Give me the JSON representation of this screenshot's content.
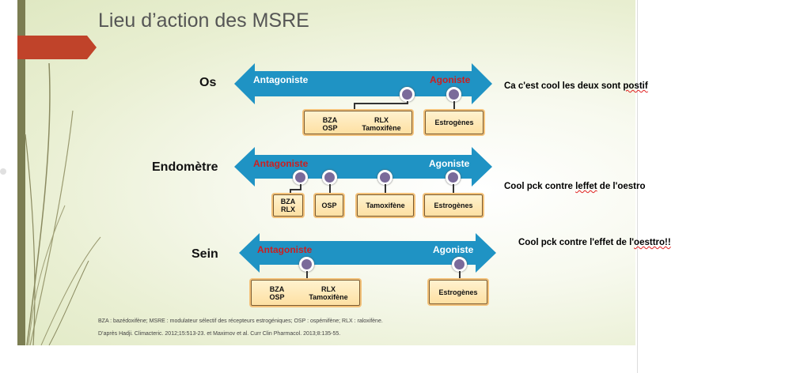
{
  "slide": {
    "title": "Lieu d’action des MSRE",
    "sections": [
      {
        "label": "Os",
        "antagonist_label": "Antagoniste",
        "agonist_label": "Agoniste",
        "antagonist_color": "white",
        "agonist_color": "red",
        "boxes": [
          {
            "col1": "BZA\nOSP",
            "col2": "RLX\nTamoxifène"
          },
          {
            "text": "Estrogènes"
          }
        ],
        "comment": "Ca c'est cool les deux sont postif"
      },
      {
        "label": "Endomètre",
        "antagonist_label": "Antagoniste",
        "agonist_label": "Agoniste",
        "antagonist_color": "red",
        "agonist_color": "white",
        "boxes": [
          {
            "text": "BZA\nRLX"
          },
          {
            "text": "OSP"
          },
          {
            "text": "Tamoxifène"
          },
          {
            "text": "Estrogènes"
          }
        ],
        "comment": "Cool pck contre leffet de l'oestro"
      },
      {
        "label": "Sein",
        "antagonist_label": "Antagoniste",
        "agonist_label": "Agoniste",
        "antagonist_color": "red",
        "agonist_color": "white",
        "boxes": [
          {
            "col1": "BZA\nOSP",
            "col2": "RLX\nTamoxifène"
          },
          {
            "text": "Estrogènes"
          }
        ],
        "comment": "Cool pck contre l'effet de l'oesttro!!"
      }
    ],
    "footnote_abbrev": "BZA : bazédoxifène; MSRE : modulateur sélectif des récepteurs estrogéniques; OSP : ospémifène; RLX : raloxifène.",
    "footnote_source": "D’après Hadji. Climacteric. 2012;15:513-23. et Maximov et al. Curr Clin Pharmacol. 2013;8:135-55."
  },
  "colors": {
    "arrow_blue": "#1f93c4",
    "banner_red": "#c0432a",
    "antagonist_red": "#cc1f1f",
    "box_fill": "#fde0a3",
    "box_border": "#7b5a2f"
  },
  "icons": [
    "receptor-dot-icon"
  ]
}
